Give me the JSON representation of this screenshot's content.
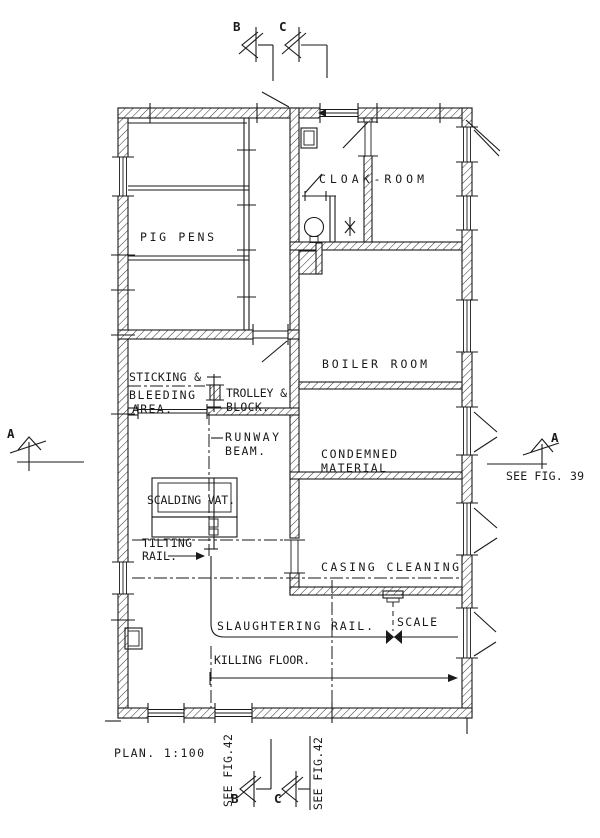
{
  "colors": {
    "ink": "#1a1a1a",
    "paper": "#ffffff"
  },
  "labels": {
    "pig_pens": "PIG PENS",
    "cloak_room": "CLOAK-ROOM",
    "boiler_room": "BOILER ROOM",
    "sticking_line1": "STICKING &",
    "sticking_line2": "BLEEDING",
    "sticking_line3": "AREA.",
    "trolley_line1": "TROLLEY &",
    "trolley_line2": "BLOCK.",
    "runway_line1": "RUNWAY",
    "runway_line2": "BEAM.",
    "condemned_line1": "CONDEMNED",
    "condemned_line2": "MATERIAL",
    "scalding_vat": "SCALDING VAT.",
    "tilting_line1": "TILTING",
    "tilting_line2": "RAIL.",
    "casing_cleaning": "CASING CLEANING",
    "slaughtering_rail": "SLAUGHTERING RAIL.",
    "scale_label": "SCALE",
    "killing_floor": "KILLING FLOOR.",
    "plan_scale": "PLAN. 1:100",
    "see_fig_39": "SEE FIG. 39",
    "see_fig_42_left": "SEE FIG.42",
    "see_fig_42_right": "SEE FIG.42",
    "section_b_top": "B",
    "section_c_top": "C",
    "section_b_bottom": "B",
    "section_c_bottom": "C",
    "section_a_left": "A",
    "section_a_right": "A"
  }
}
